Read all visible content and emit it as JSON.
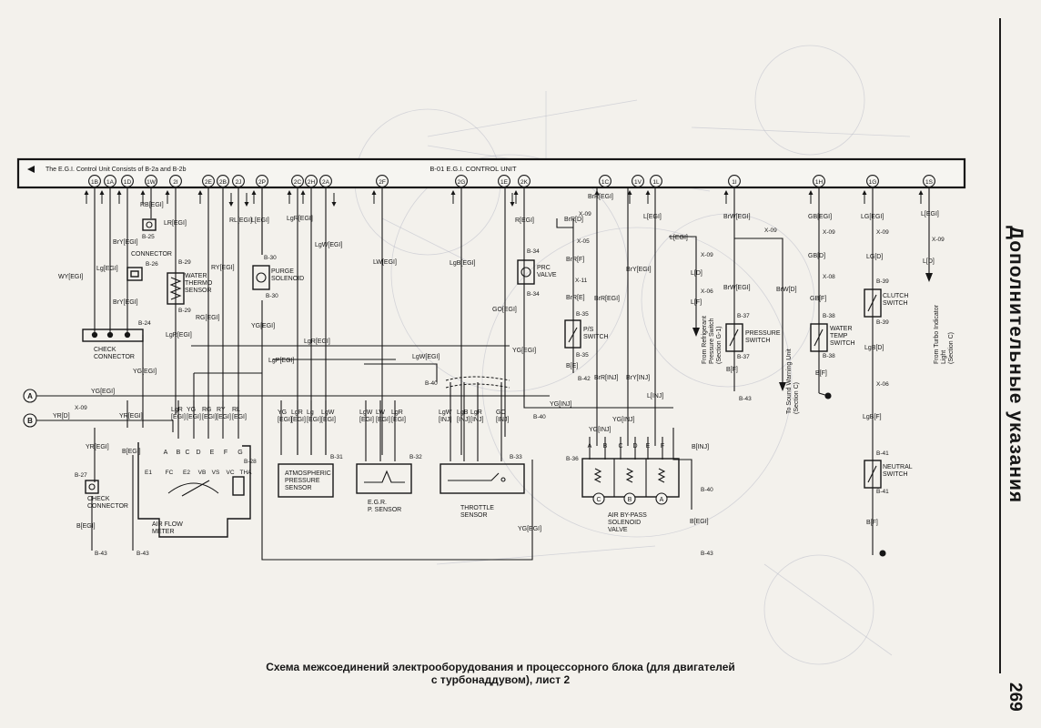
{
  "side": {
    "title": "Дополнительные указания",
    "page_number": "269"
  },
  "caption": {
    "line1": "Схема межсоединений электрооборудования и процессорного блока (для двигателей",
    "line2": "с турбонаддувом), лист 2"
  },
  "bus": {
    "note": "The E.G.I. Control Unit Consists of B-2a and B-2b",
    "title": "B-01 E.G.I. CONTROL UNIT"
  },
  "terminals": [
    "1B",
    "1A",
    "1D",
    "1W",
    "2I",
    "2E",
    "2B",
    "2J",
    "2P",
    "2C",
    "2H",
    "2A",
    "2F",
    "2G",
    "1E",
    "2K",
    "1C",
    "1V",
    "1L",
    "1I",
    "1H",
    "1G",
    "1S"
  ],
  "components": {
    "check_connector_top": "CHECK\nCONNECTOR",
    "connector_b26": "CONNECTOR",
    "water_thermo": "WATER\nTHERMO\nSENSOR",
    "purge_solenoid": "PURGE\nSOLENOID",
    "check_connector_bottom": "CHECK\nCONNECTOR",
    "air_flow_meter": "AIR FLOW\nMETER",
    "atmospheric": "ATMOSPHERIC\nPRESSURE\nSENSOR",
    "egr_sensor": "E.G.R.\nP. SENSOR",
    "throttle": "THROTTLE\nSENSOR",
    "prc_valve": "PRC\nVALVE",
    "ps_switch": "P/S\nSWITCH",
    "air_bypass": "AIR BY-PASS\nSOLENOID\nVALVE",
    "pressure_switch": "PRESSURE\nSWITCH",
    "water_temp": "WATER\nTEMP\nSWITCH",
    "clutch_switch": "CLUTCH\nSWITCH",
    "neutral_switch": "NEUTRAL\nSWITCH"
  },
  "side_notes": {
    "refrigerant": "From Refrigerant\nPressure Switch\n(Section G-1)",
    "sound": "To Sound Warning Unit\n(Section C)",
    "turbo": "From Turbo Indicator\nLight\n(Section C)"
  },
  "connectors": {
    "a_label": "A",
    "b_label": "B",
    "a_wire": "YG[EGI]",
    "b_wire": "YR[D]",
    "b_x09": "X-09",
    "b_wire2": "YR[EGI]"
  },
  "wire_labels": [
    {
      "id": "w1",
      "text": "WY[EGI]"
    },
    {
      "id": "w2",
      "text": "Lg[EGI]"
    },
    {
      "id": "w3",
      "text": "BrY[EGI]"
    },
    {
      "id": "w4",
      "text": "BrY[EGI]"
    },
    {
      "id": "w5",
      "text": "RB[EGI]"
    },
    {
      "id": "w6",
      "text": "LR[EGI]"
    },
    {
      "id": "w7",
      "text": "B-25"
    },
    {
      "id": "w8",
      "text": "B-26"
    },
    {
      "id": "w9",
      "text": "B-24"
    },
    {
      "id": "w10",
      "text": "YG[EGI]"
    },
    {
      "id": "w11",
      "text": "B-29"
    },
    {
      "id": "w12",
      "text": "B-29"
    },
    {
      "id": "w13",
      "text": "LgR[EGI]"
    },
    {
      "id": "w14",
      "text": "RG[EGI]"
    },
    {
      "id": "w15",
      "text": "RY[EGI]"
    },
    {
      "id": "w16",
      "text": "RL[EGI]"
    },
    {
      "id": "w17",
      "text": "L[EGI]"
    },
    {
      "id": "w18",
      "text": "B-30"
    },
    {
      "id": "w19",
      "text": "B-30"
    },
    {
      "id": "w20",
      "text": "YG[EGI]"
    },
    {
      "id": "w21",
      "text": "LgR[EGI]"
    },
    {
      "id": "w22",
      "text": "LgW[EGI]"
    },
    {
      "id": "w23",
      "text": "LgR[EGI]"
    },
    {
      "id": "w24",
      "text": "LgP[EGI]"
    },
    {
      "id": "w25",
      "text": "LW[EGI]"
    },
    {
      "id": "w26",
      "text": "LgB[EGI]"
    },
    {
      "id": "w27",
      "text": "LgW[EGI]"
    },
    {
      "id": "w28",
      "text": "GO[EGI]"
    },
    {
      "id": "w29",
      "text": "R[EGI]"
    },
    {
      "id": "w30",
      "text": "B-34"
    },
    {
      "id": "w31",
      "text": "B-34"
    },
    {
      "id": "w32",
      "text": "YG[EGI]"
    },
    {
      "id": "w33",
      "text": "B-40"
    },
    {
      "id": "w34",
      "text": "BrR[EGI]"
    },
    {
      "id": "w35",
      "text": "X-09"
    },
    {
      "id": "w36",
      "text": "BrR[D]"
    },
    {
      "id": "w37",
      "text": "X-05"
    },
    {
      "id": "w38",
      "text": "BrR[F]"
    },
    {
      "id": "w39",
      "text": "X-11"
    },
    {
      "id": "w40",
      "text": "BrR[E]"
    },
    {
      "id": "w41",
      "text": "B-35"
    },
    {
      "id": "w42",
      "text": "B-35"
    },
    {
      "id": "w43",
      "text": "B[E]"
    },
    {
      "id": "w44",
      "text": "B-42"
    },
    {
      "id": "w45",
      "text": "BrR[EGI]"
    },
    {
      "id": "w46",
      "text": "BrR[INJ]"
    },
    {
      "id": "w47",
      "text": "BrY[EGI]"
    },
    {
      "id": "w48",
      "text": "L[EGI]"
    },
    {
      "id": "w49",
      "text": "BrY[INJ]"
    },
    {
      "id": "w50",
      "text": "L[INJ]"
    },
    {
      "id": "w51",
      "text": "YG[INJ]"
    },
    {
      "id": "w52",
      "text": "YG[INJ]"
    },
    {
      "id": "w53",
      "text": "YG[INJ]"
    },
    {
      "id": "w54",
      "text": "L[EGI]"
    },
    {
      "id": "w55",
      "text": "L[EGI]"
    },
    {
      "id": "w56",
      "text": "X-09"
    },
    {
      "id": "w57",
      "text": "L[D]"
    },
    {
      "id": "w58",
      "text": "X-06"
    },
    {
      "id": "w59",
      "text": "L[F]"
    },
    {
      "id": "w60",
      "text": "B-36"
    },
    {
      "id": "w61",
      "text": "B[INJ]"
    },
    {
      "id": "w62",
      "text": "B-40"
    },
    {
      "id": "w63",
      "text": "B[EGI]"
    },
    {
      "id": "w64",
      "text": "B-43"
    },
    {
      "id": "w65",
      "text": "BrW[EGI]"
    },
    {
      "id": "w66",
      "text": "X-09"
    },
    {
      "id": "w67",
      "text": "BrW[EGI]"
    },
    {
      "id": "w68",
      "text": "BrW[D]"
    },
    {
      "id": "w69",
      "text": "B-37"
    },
    {
      "id": "w70",
      "text": "B-37"
    },
    {
      "id": "w71",
      "text": "B[F]"
    },
    {
      "id": "w72",
      "text": "B-43"
    },
    {
      "id": "w73",
      "text": "GB[EGI]"
    },
    {
      "id": "w74",
      "text": "X-09"
    },
    {
      "id": "w75",
      "text": "GB[D]"
    },
    {
      "id": "w76",
      "text": "X-08"
    },
    {
      "id": "w77",
      "text": "GB[F]"
    },
    {
      "id": "w78",
      "text": "B-38"
    },
    {
      "id": "w79",
      "text": "B-38"
    },
    {
      "id": "w80",
      "text": "B[F]"
    },
    {
      "id": "w81",
      "text": "LG[EGI]"
    },
    {
      "id": "w82",
      "text": "X-09"
    },
    {
      "id": "w83",
      "text": "LG[D]"
    },
    {
      "id": "w84",
      "text": "B-39"
    },
    {
      "id": "w85",
      "text": "B-39"
    },
    {
      "id": "w86",
      "text": "LgB[D]"
    },
    {
      "id": "w87",
      "text": "X-06"
    },
    {
      "id": "w88",
      "text": "LgB[F]"
    },
    {
      "id": "w89",
      "text": "B-41"
    },
    {
      "id": "w90",
      "text": "B-41"
    },
    {
      "id": "w91",
      "text": "B[F]"
    },
    {
      "id": "w92",
      "text": "L[EGI]"
    },
    {
      "id": "w93",
      "text": "X-09"
    },
    {
      "id": "w94",
      "text": "L[D]"
    },
    {
      "id": "w95",
      "text": "B-27"
    },
    {
      "id": "w96",
      "text": "YR[EGI]"
    },
    {
      "id": "w97",
      "text": "B[EGI]"
    },
    {
      "id": "w98",
      "text": "B-43"
    },
    {
      "id": "w99",
      "text": "B[EGI]"
    },
    {
      "id": "w100",
      "text": "B-43"
    },
    {
      "id": "w101",
      "text": "B-28"
    },
    {
      "id": "w102",
      "text": "YG[EGI]"
    },
    {
      "id": "w103",
      "text": "B-31"
    },
    {
      "id": "w104",
      "text": "B-32"
    },
    {
      "id": "w105",
      "text": "B-33"
    },
    {
      "id": "w106",
      "text": "YG[EGI]"
    },
    {
      "id": "w107",
      "text": "YG[INJ]"
    },
    {
      "id": "w108",
      "text": "B-40"
    }
  ],
  "group_labels": [
    {
      "id": "g1",
      "text": "LgR\n[EGI]"
    },
    {
      "id": "g2",
      "text": "YG\n[EGI]"
    },
    {
      "id": "g3",
      "text": "RG\n[EGI]"
    },
    {
      "id": "g4",
      "text": "RY\n[EGI]"
    },
    {
      "id": "g5",
      "text": "RL\n[EGI]"
    },
    {
      "id": "g6",
      "text": "YG\n[EGI]"
    },
    {
      "id": "g7",
      "text": "LgR\n[EGI]"
    },
    {
      "id": "g8",
      "text": "Lg\n[EGI]"
    },
    {
      "id": "g9",
      "text": "LgW\n[EGI]"
    },
    {
      "id": "g10",
      "text": "LgW\n[EGI]"
    },
    {
      "id": "g11",
      "text": "LW\n[EGI]"
    },
    {
      "id": "g12",
      "text": "LgR\n[EGI]"
    },
    {
      "id": "g13",
      "text": "LgW\n[INJ]"
    },
    {
      "id": "g14",
      "text": "LgB\n[INJ]"
    },
    {
      "id": "g15",
      "text": "LgR\n[INJ]"
    },
    {
      "id": "g16",
      "text": "GO\n[INJ]"
    }
  ],
  "pin_labels": [
    "A",
    "B",
    "C",
    "D",
    "E",
    "F",
    "G",
    "E1",
    "FC",
    "E2",
    "VB",
    "VS",
    "VC",
    "THA",
    "A",
    "B",
    "C",
    "D",
    "E",
    "F",
    "C",
    "B",
    "A"
  ],
  "colors": {
    "ink": "#161616",
    "paper": "#f3f1ec",
    "bus_fill": "#f6f5f1",
    "faint": "#b9bcc8"
  }
}
